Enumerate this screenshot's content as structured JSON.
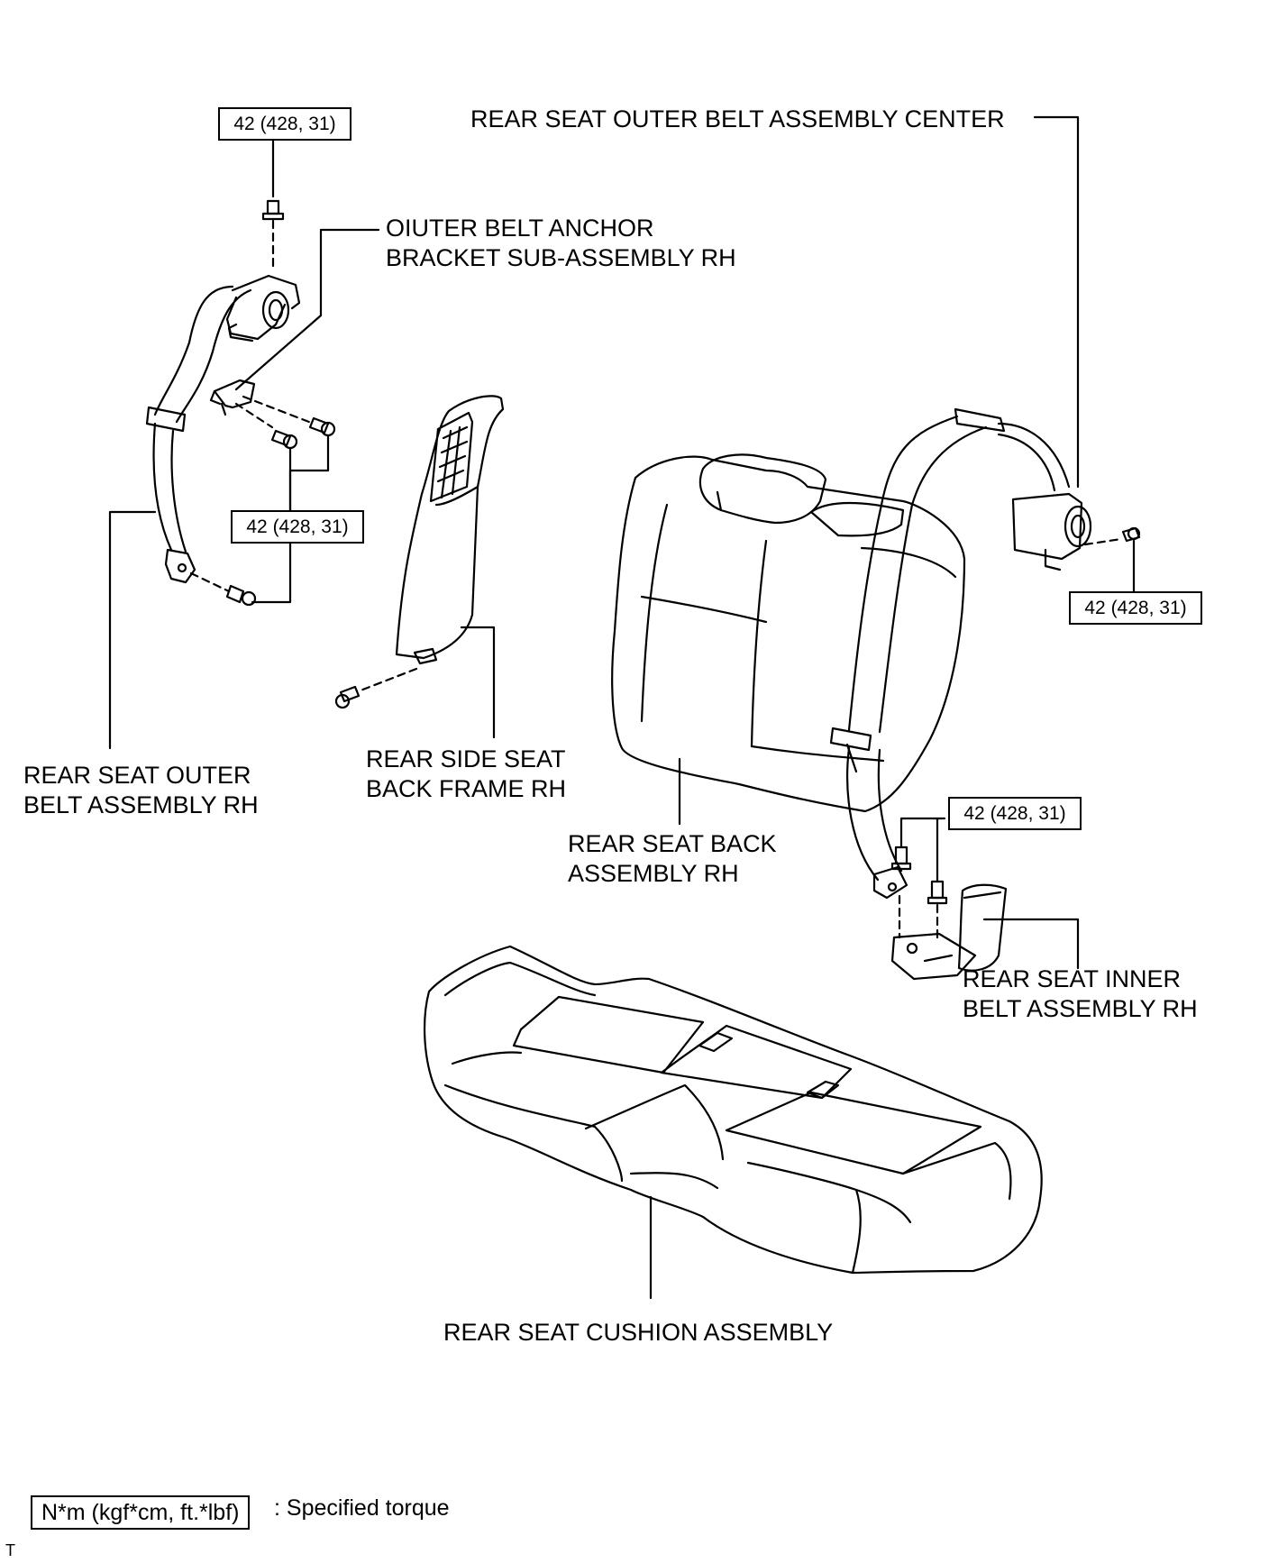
{
  "labels": {
    "outer_belt_center": "REAR SEAT OUTER BELT ASSEMBLY CENTER",
    "anchor_bracket_line1": "OIUTER BELT ANCHOR",
    "anchor_bracket_line2": "BRACKET SUB-ASSEMBLY RH",
    "outer_belt_rh_line1": "REAR SEAT OUTER",
    "outer_belt_rh_line2": "BELT ASSEMBLY RH",
    "side_frame_line1": "REAR SIDE SEAT",
    "side_frame_line2": "BACK FRAME RH",
    "seat_back_line1": "REAR SEAT BACK",
    "seat_back_line2": "ASSEMBLY RH",
    "inner_belt_line1": "REAR SEAT INNER",
    "inner_belt_line2": "BELT ASSEMBLY RH",
    "cushion": "REAR SEAT CUSHION ASSEMBLY"
  },
  "torque": {
    "top_retractor": "42 (428, 31)",
    "anchor_bolts": "42 (428, 31)",
    "center_retractor": "42 (428, 31)",
    "inner_belt": "42 (428, 31)"
  },
  "legend": {
    "unit_box": "N*m (kgf*cm, ft.*lbf)",
    "description": ": Specified torque"
  },
  "corner_mark": "T"
}
